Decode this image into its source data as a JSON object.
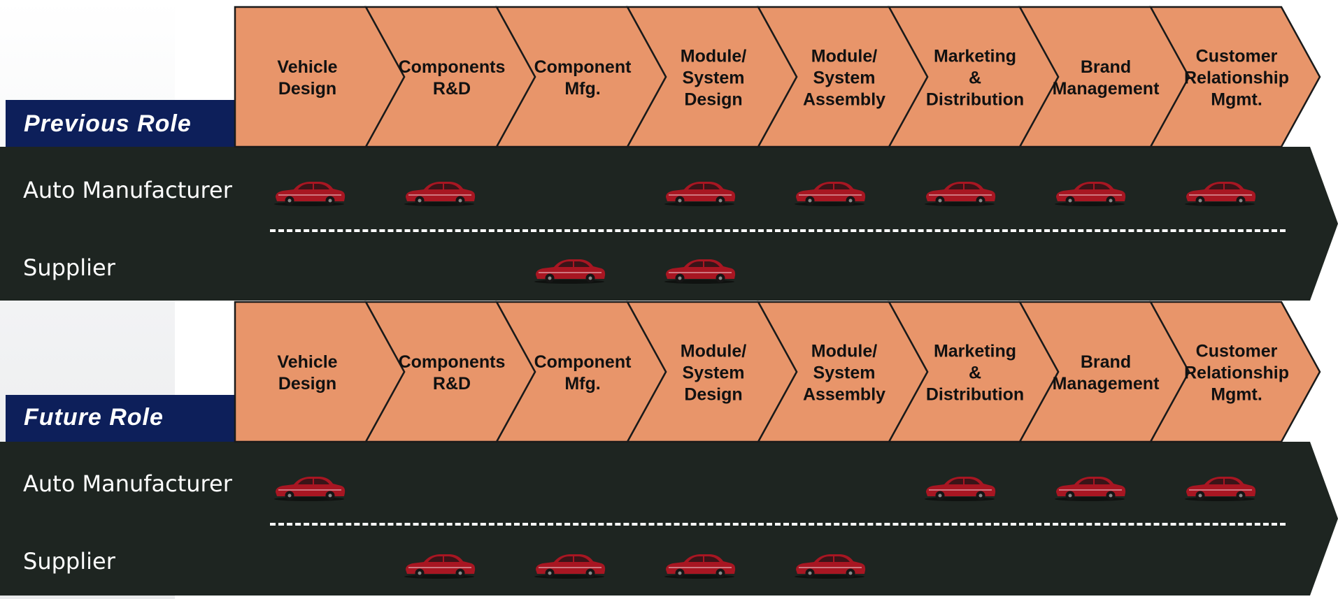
{
  "colors": {
    "arrow_fill": "#e8956a",
    "arrow_stroke": "#1a1a1a",
    "band": "#1e2521",
    "label_bar": "#0d1f5a",
    "car": "#a81622"
  },
  "steps": [
    "Vehicle\nDesign",
    "Components\nR&D",
    "Component\nMfg.",
    "Module/\nSystem\nDesign",
    "Module/\nSystem\nAssembly",
    "Marketing\n&\nDistribution",
    "Brand\nManagement",
    "Customer\nRelationship\nMgmt."
  ],
  "sections": [
    {
      "title": "Previous Role",
      "rows": [
        {
          "label": "Auto Manufacturer",
          "cars": [
            1,
            1,
            0,
            1,
            1,
            1,
            1,
            1
          ]
        },
        {
          "label": "Supplier",
          "cars": [
            0,
            0,
            1,
            1,
            0,
            0,
            0,
            0
          ]
        }
      ]
    },
    {
      "title": "Future Role",
      "rows": [
        {
          "label": "Auto Manufacturer",
          "cars": [
            1,
            0,
            0,
            0,
            0,
            1,
            1,
            1
          ]
        },
        {
          "label": "Supplier",
          "cars": [
            0,
            1,
            1,
            1,
            1,
            0,
            0,
            0
          ]
        }
      ]
    }
  ],
  "icons": {
    "car": "car-icon"
  }
}
